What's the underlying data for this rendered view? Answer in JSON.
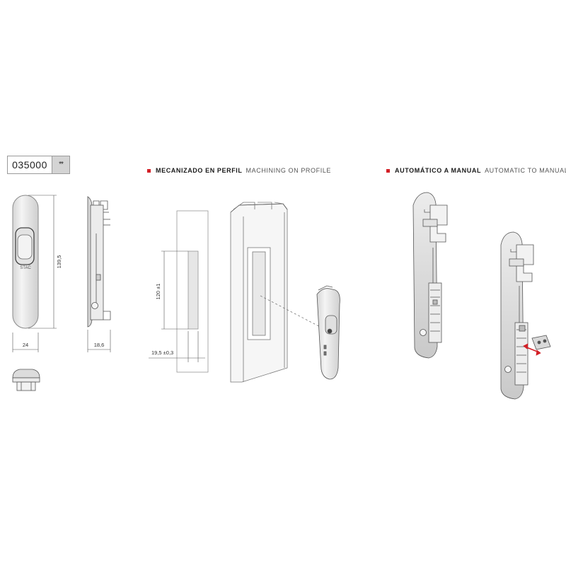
{
  "product": {
    "code": "035000",
    "rating": "**"
  },
  "colors": {
    "accent": "#d32027",
    "line": "#555555",
    "part": "#e9e9e9"
  },
  "sections": {
    "machining": {
      "title_es": "MECANIZADO EN PERFIL",
      "title_en": "MACHINING ON PROFILE"
    },
    "automatic": {
      "title_es": "AUTOMÁTICO A MANUAL",
      "title_en": "AUTOMATIC TO MANUAL"
    }
  },
  "dimensions": {
    "height": "139,5",
    "width": "24",
    "depth": "18,6",
    "slot_height": "120 ±1",
    "slot_width": "19,5 ±0,3"
  },
  "brand_mark": "STAC",
  "icons": [
    "red-square-icon",
    "double-arrow-icon"
  ]
}
